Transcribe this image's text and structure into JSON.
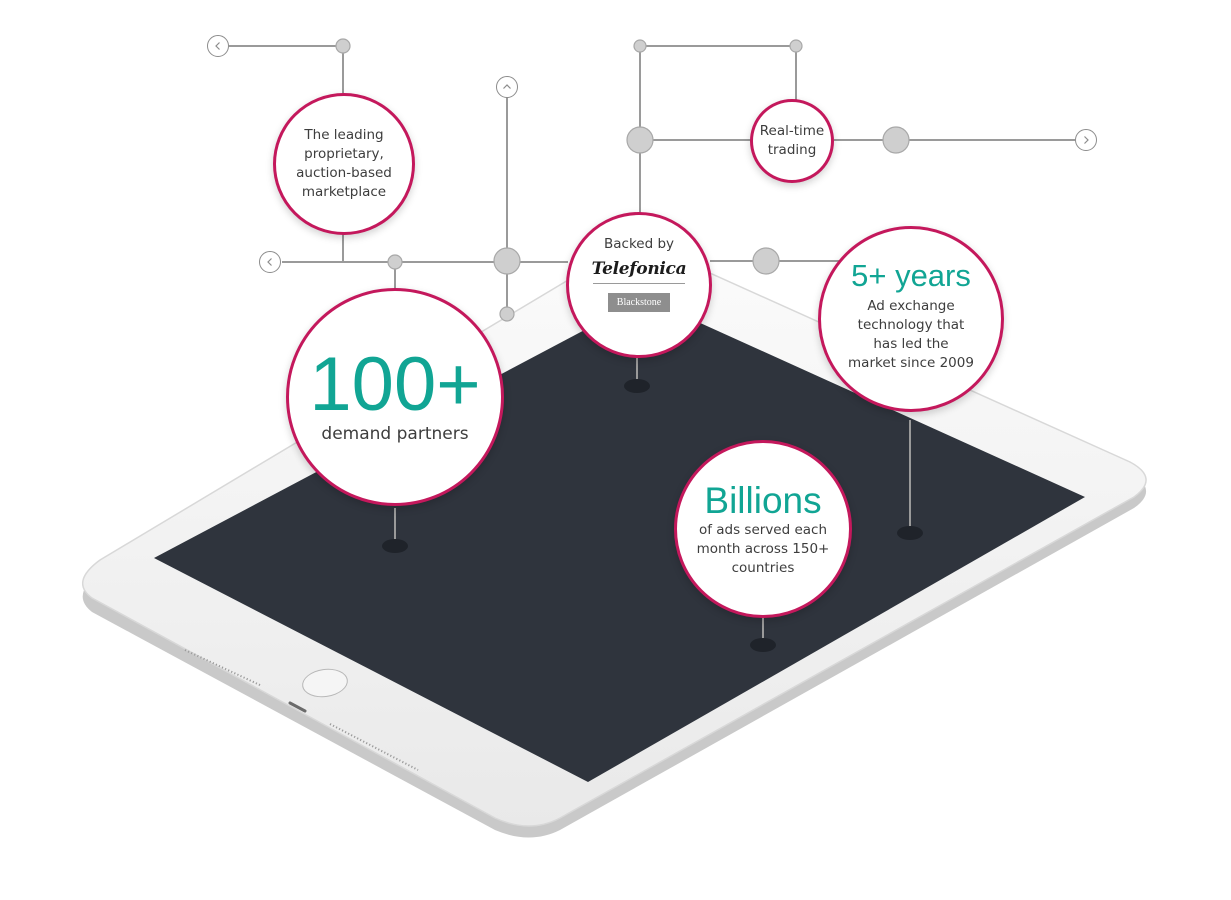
{
  "bubbles": {
    "marketplace": {
      "text": "The leading proprietary, auction-based marketplace"
    },
    "realtime": {
      "text": "Real-time trading"
    },
    "backed": {
      "label": "Backed by",
      "logo1": "Telefonica",
      "logo2": "Blackstone"
    },
    "partners": {
      "big": "100+",
      "text": "demand partners"
    },
    "years": {
      "big": "5+ years",
      "text": "Ad exchange technology that has led the market since 2009"
    },
    "billions": {
      "big": "Billions",
      "text": "of ads served each month across 150+ countries"
    }
  },
  "colors": {
    "accent": "#c4185c",
    "teal": "#11a594",
    "line": "#9a9a9a",
    "node": "#cfcfcf",
    "screen": "#2f343d"
  },
  "icons": [
    "chevron-left-icon",
    "chevron-up-icon",
    "chevron-right-icon",
    "home-button-icon"
  ]
}
